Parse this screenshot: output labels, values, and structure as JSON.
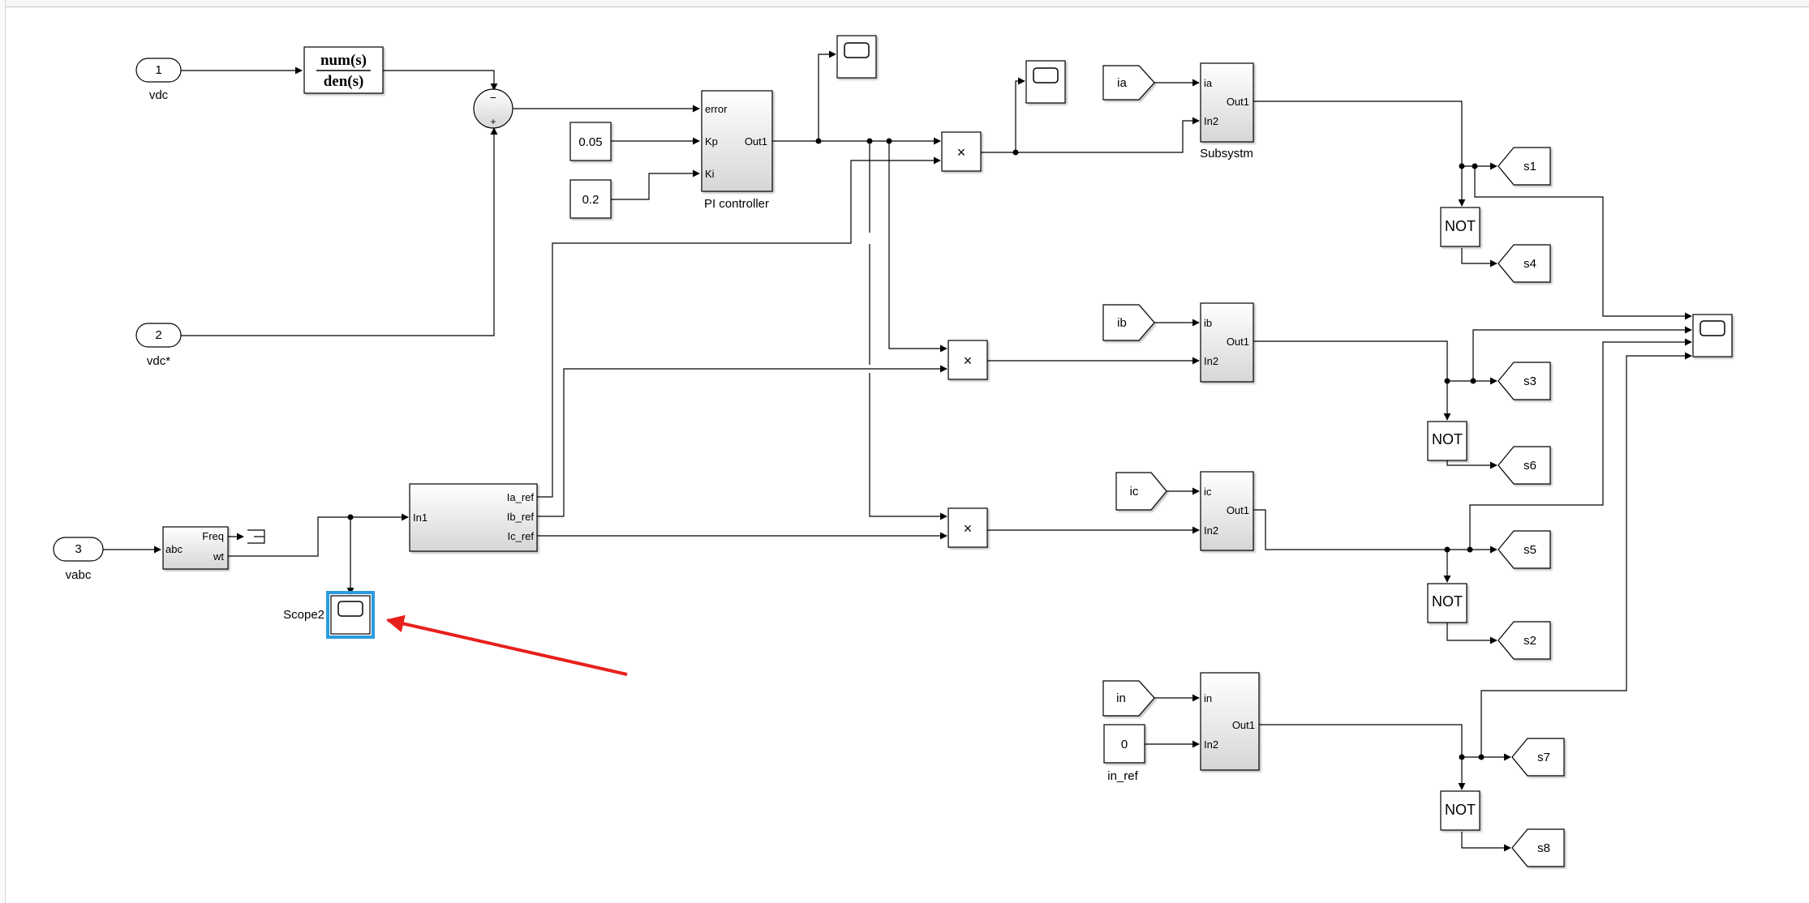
{
  "ports": {
    "vdc": {
      "num": "1",
      "label": "vdc"
    },
    "vdc_ref": {
      "num": "2",
      "label": "vdc*"
    },
    "vabc": {
      "num": "3",
      "label": "vabc"
    }
  },
  "tf": {
    "num": "num(s)",
    "den": "den(s)"
  },
  "sum": {
    "minus": "−",
    "plus": "+"
  },
  "constants": {
    "kp": "0.05",
    "ki": "0.2",
    "zero": "0"
  },
  "pi": {
    "label": "PI controller",
    "in_error": "error",
    "in_kp": "Kp",
    "in_ki": "Ki",
    "out": "Out1"
  },
  "pll": {
    "in": "abc",
    "out_freq": "Freq",
    "out_wt": "wt"
  },
  "refgen": {
    "in": "In1",
    "out_a": "Ia_ref",
    "out_b": "Ib_ref",
    "out_c": "Ic_ref"
  },
  "product": {
    "symbol": "×"
  },
  "from_tags": {
    "ia": "ia",
    "ib": "ib",
    "ic": "ic",
    "in": "in"
  },
  "subsystems": {
    "a": {
      "in1": "ia",
      "in2": "In2",
      "out": "Out1",
      "label": "Subsystm"
    },
    "b": {
      "in1": "ib",
      "in2": "In2",
      "out": "Out1"
    },
    "c": {
      "in1": "ic",
      "in2": "In2",
      "out": "Out1"
    },
    "n": {
      "in1": "in",
      "in2": "In2",
      "out": "Out1",
      "const_label": "in_ref"
    }
  },
  "not_label": "NOT",
  "goto_tags": [
    "s1",
    "s4",
    "s3",
    "s6",
    "s5",
    "s2",
    "s7",
    "s8"
  ],
  "scope2_label": "Scope2",
  "colors": {
    "selection": "#2b9be0",
    "arrow": "#e8201c",
    "line": "#000000",
    "block_top": "#ffffff",
    "block_bottom": "#d8d8d8"
  }
}
